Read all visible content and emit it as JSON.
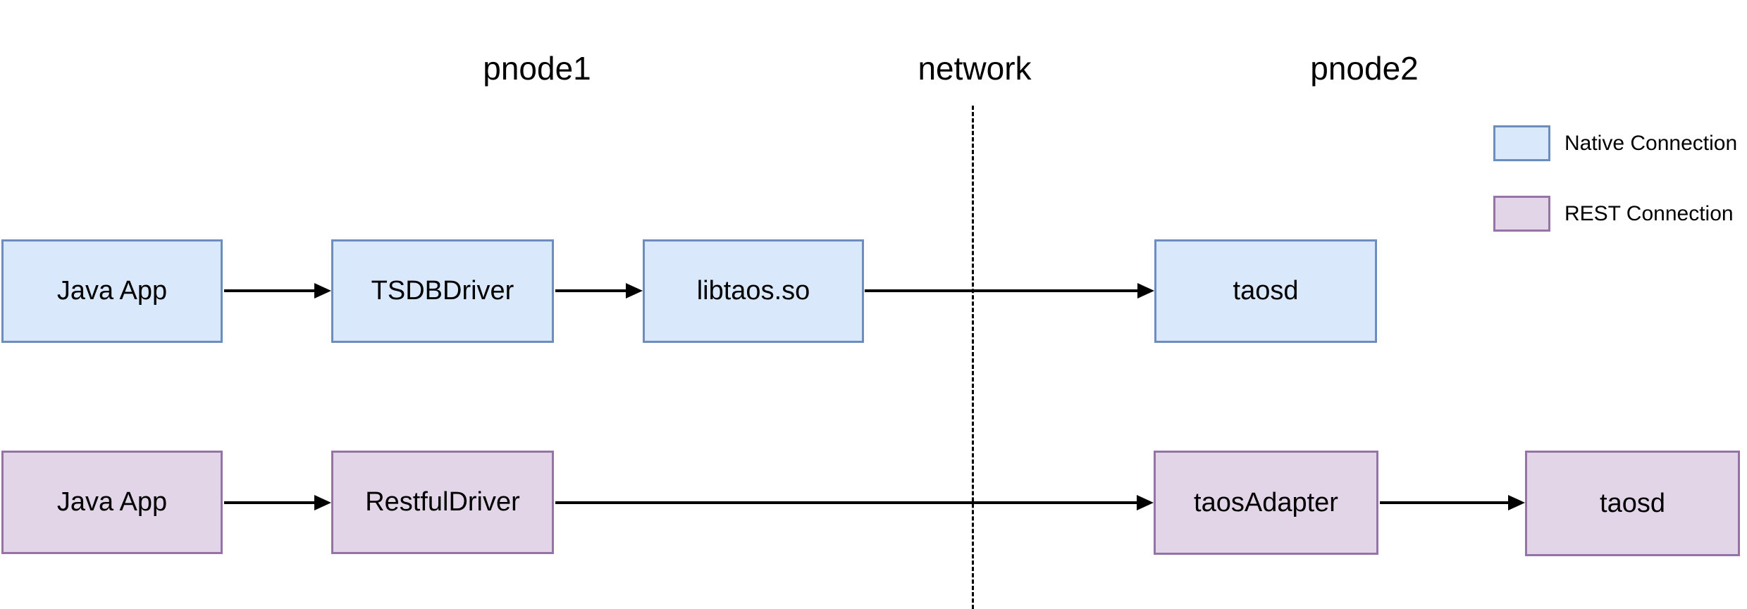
{
  "zones": {
    "pnode1": "pnode1",
    "network": "network",
    "pnode2": "pnode2"
  },
  "nodes": {
    "native": [
      "Java App",
      "TSDBDriver",
      "libtaos.so",
      "taosd"
    ],
    "rest": [
      "Java App",
      "RestfulDriver",
      "taosAdapter",
      "taosd"
    ]
  },
  "edges": {
    "native": [
      {
        "from": "Java App",
        "to": "TSDBDriver"
      },
      {
        "from": "TSDBDriver",
        "to": "libtaos.so"
      },
      {
        "from": "libtaos.so",
        "to": "taosd"
      }
    ],
    "rest": [
      {
        "from": "Java App",
        "to": "RestfulDriver"
      },
      {
        "from": "RestfulDriver",
        "to": "taosAdapter"
      },
      {
        "from": "taosAdapter",
        "to": "taosd"
      }
    ]
  },
  "legend": {
    "native": {
      "label": "Native Connection",
      "fill": "#dae8fc",
      "border": "#6c8ebf"
    },
    "rest": {
      "label": "REST Connection",
      "fill": "#e1d5e7",
      "border": "#9673a6"
    }
  },
  "colors": {
    "background": "#ffffff",
    "text": "#000000",
    "arrow": "#000000",
    "divider": "#000000"
  }
}
